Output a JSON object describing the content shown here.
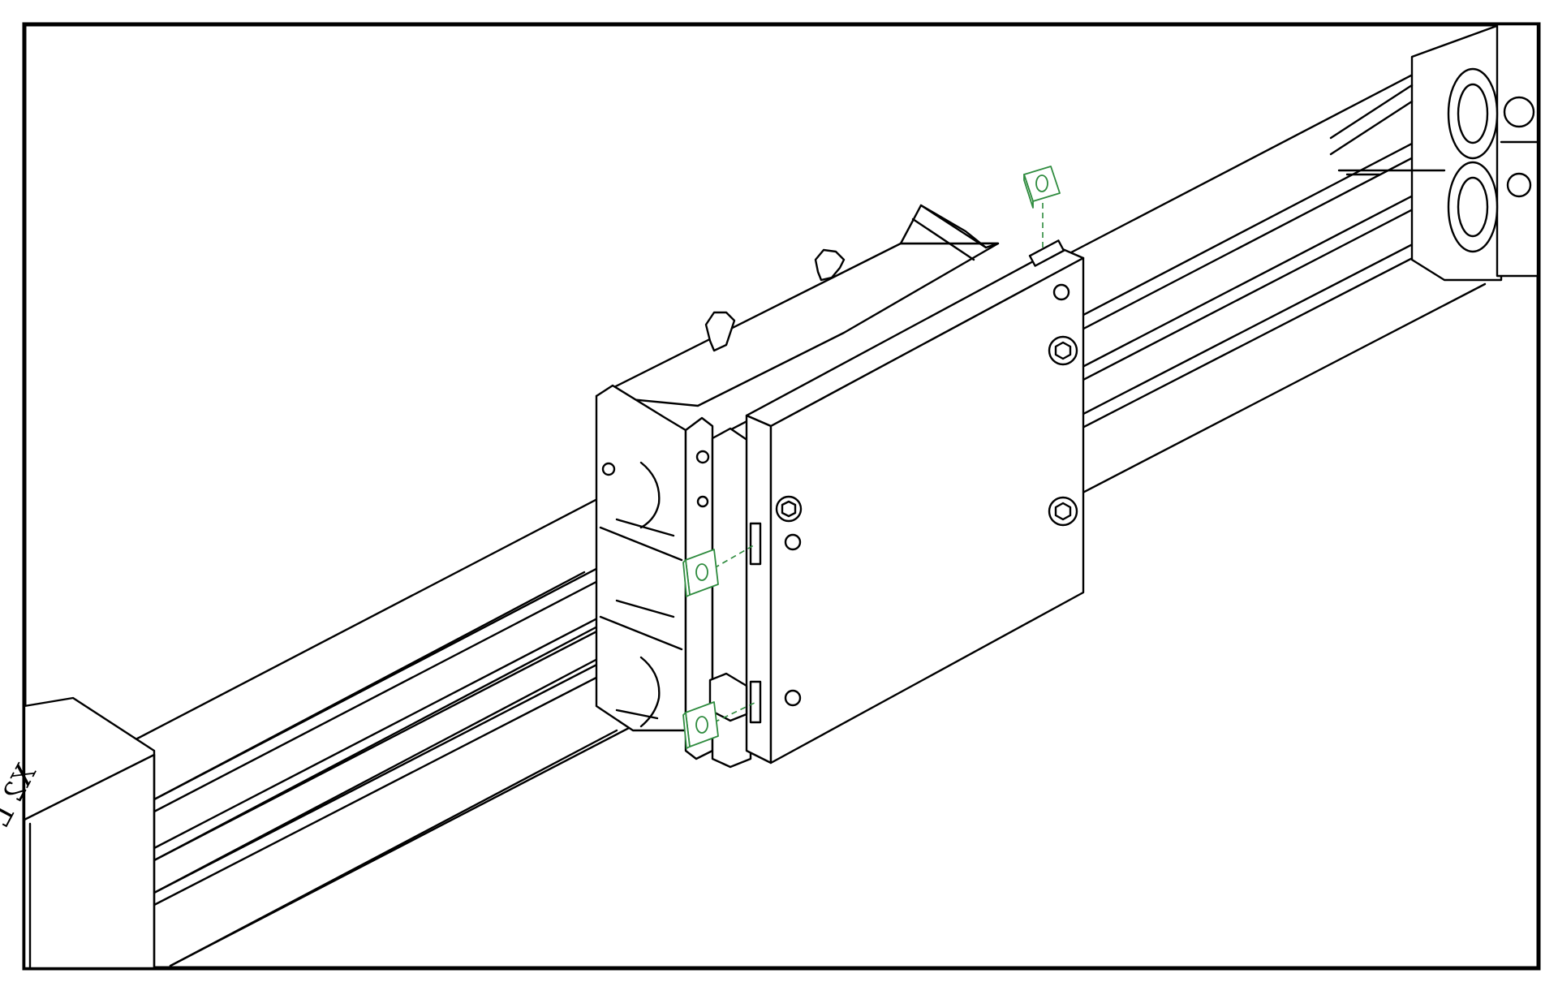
{
  "drawing": {
    "part_label": "X2 L",
    "colors": {
      "line": "#000000",
      "hardware": "#2e8b3e",
      "background": "#ffffff"
    },
    "components": [
      "aluminium-extrusion-rail",
      "linear-rods",
      "carriage-block",
      "cover-plate",
      "end-block-labelled",
      "square-nut-top",
      "square-nut-middle",
      "square-nut-bottom",
      "hex-socket-screws"
    ]
  }
}
